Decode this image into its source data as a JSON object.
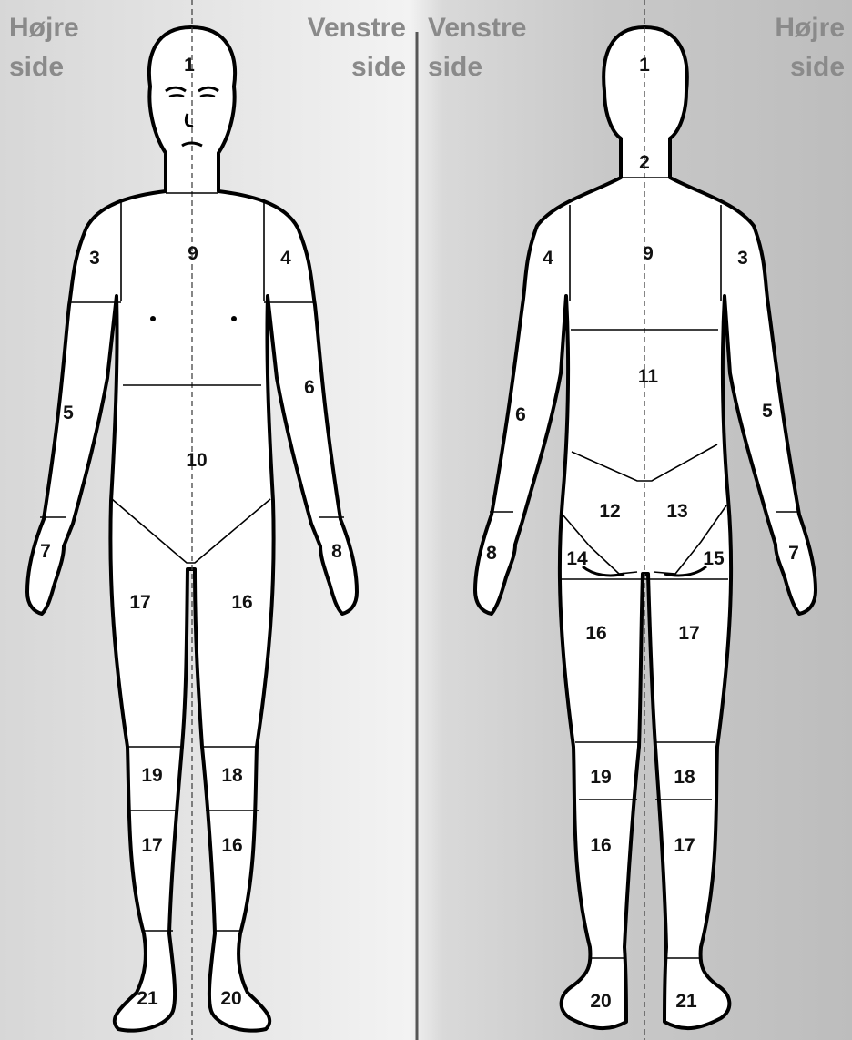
{
  "labels": {
    "front_right": [
      "Højre",
      "side"
    ],
    "front_left": [
      "Venstre",
      "side"
    ],
    "back_left": [
      "Venstre",
      "side"
    ],
    "back_right": [
      "Højre",
      "side"
    ]
  },
  "front_regions": [
    "1",
    "3",
    "4",
    "9",
    "5",
    "6",
    "10",
    "7",
    "8",
    "17",
    "16",
    "19",
    "18",
    "17",
    "16",
    "21",
    "20"
  ],
  "back_regions": [
    "1",
    "2",
    "4",
    "9",
    "3",
    "11",
    "6",
    "5",
    "12",
    "13",
    "8",
    "14",
    "15",
    "7",
    "16",
    "17",
    "19",
    "18",
    "16",
    "17",
    "20",
    "21"
  ],
  "colors": {
    "outline": "#000000",
    "label": "#8a8a8a",
    "body": "#ffffff",
    "background": "#d9d9d9"
  }
}
